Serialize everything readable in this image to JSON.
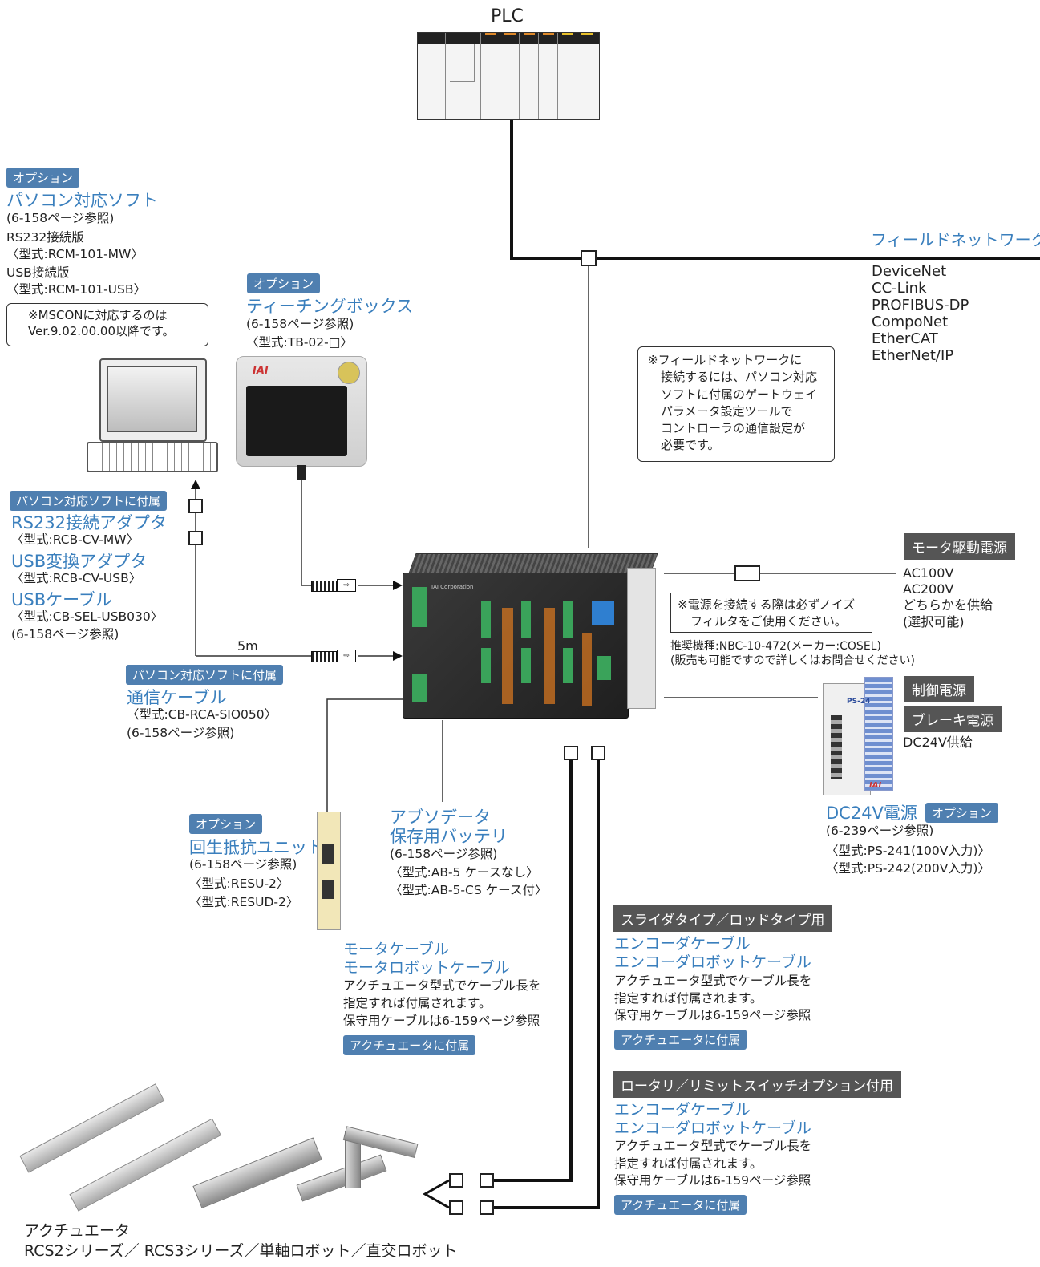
{
  "plc": {
    "title": "PLC"
  },
  "fieldnet": {
    "title": "フィールドネットワーク",
    "items": [
      "DeviceNet",
      "CC-Link",
      "PROFIBUS-DP",
      "CompoNet",
      "EtherCAT",
      "EtherNet/IP"
    ],
    "note": [
      "※フィールドネットワークに",
      "接続するには、パソコン対応",
      "ソフトに付属のゲートウェイ",
      "パラメータ設定ツールで",
      "コントローラの通信設定が",
      "必要です。"
    ]
  },
  "pcsoft": {
    "tag": "オプション",
    "title": "パソコン対応ソフト",
    "lines": [
      "(6-158ページ参照)",
      "RS232接続版",
      "〈型式:RCM-101-MW〉",
      "USB接続版",
      "〈型式:RCM-101-USB〉"
    ],
    "note": [
      "※MSCONに対応するのは",
      "Ver.9.02.00.00以降です。"
    ]
  },
  "teach": {
    "tag": "オプション",
    "title": "ティーチングボックス",
    "lines": [
      "(6-158ページ参照)",
      "〈型式:TB-02-□〉"
    ],
    "brand": "IAI"
  },
  "adapters": {
    "tag": "パソコン対応ソフトに付属",
    "rs232_title": "RS232接続アダプタ",
    "rs232_model": "〈型式:RCB-CV-MW〉",
    "usb_title": "USB変換アダプタ",
    "usb_model": "〈型式:RCB-CV-USB〉",
    "cable_title": "USBケーブル",
    "cable_model": "〈型式:CB-SEL-USB030〉",
    "ref": "(6-158ページ参照)"
  },
  "comm": {
    "length": "5m",
    "tag": "パソコン対応ソフトに付属",
    "title": "通信ケーブル",
    "model": "〈型式:CB-RCA-SIO050〉",
    "ref": "(6-158ページ参照)"
  },
  "motorpower": {
    "tag": "モータ駆動電源",
    "lines": [
      "AC100V",
      "AC200V",
      "どちらかを供給",
      "(選択可能)"
    ],
    "note": [
      "※電源を接続する際は必ずノイズ",
      "フィルタをご使用ください。"
    ],
    "rec1": "推奨機種:NBC-10-472(メーカー:COSEL)",
    "rec2": "(販売も可能ですので詳しくはお問合せください)"
  },
  "ctrlpower": {
    "tag1": "制御電源",
    "tag2": "ブレーキ電源",
    "supply": "DC24V供給",
    "title": "DC24V電源",
    "tag": "オプション",
    "ref": "(6-239ページ参照)",
    "model1": "〈型式:PS-241(100V入力)〉",
    "model2": "〈型式:PS-242(200V入力)〉",
    "device_label": "PS-24",
    "brand": "IAI"
  },
  "regen": {
    "tag": "オプション",
    "title": "回生抵抗ユニット",
    "lines": [
      "(6-158ページ参照)",
      "〈型式:RESU-2〉",
      "〈型式:RESUD-2〉"
    ]
  },
  "battery": {
    "title1": "アブソデータ",
    "title2": "保存用バッテリ",
    "lines": [
      "(6-158ページ参照)",
      "〈型式:AB-5 ケースなし〉",
      "〈型式:AB-5-CS ケース付〉"
    ]
  },
  "motorcable": {
    "title1": "モータケーブル",
    "title2": "モータロボットケーブル",
    "lines": [
      "アクチュエータ型式でケーブル長を",
      "指定すれば付属されます。",
      "保守用ケーブルは6-159ページ参照"
    ],
    "tag": "アクチュエータに付属"
  },
  "enc1": {
    "header": "スライダタイプ／ロッドタイプ用",
    "title1": "エンコーダケーブル",
    "title2": "エンコーダロボットケーブル",
    "lines": [
      "アクチュエータ型式でケーブル長を",
      "指定すれば付属されます。",
      "保守用ケーブルは6-159ページ参照"
    ],
    "tag": "アクチュエータに付属"
  },
  "enc2": {
    "header": "ロータリ／リミットスイッチオプション付用",
    "title1": "エンコーダケーブル",
    "title2": "エンコーダロボットケーブル",
    "lines": [
      "アクチュエータ型式でケーブル長を",
      "指定すれば付属されます。",
      "保守用ケーブルは6-159ページ参照"
    ],
    "tag": "アクチュエータに付属"
  },
  "actuator": {
    "title": "アクチュエータ",
    "series": "RCS2シリーズ／ RCS3シリーズ／単軸ロボット／直交ロボット"
  },
  "controller": {
    "brand": "IAI Corporation"
  }
}
